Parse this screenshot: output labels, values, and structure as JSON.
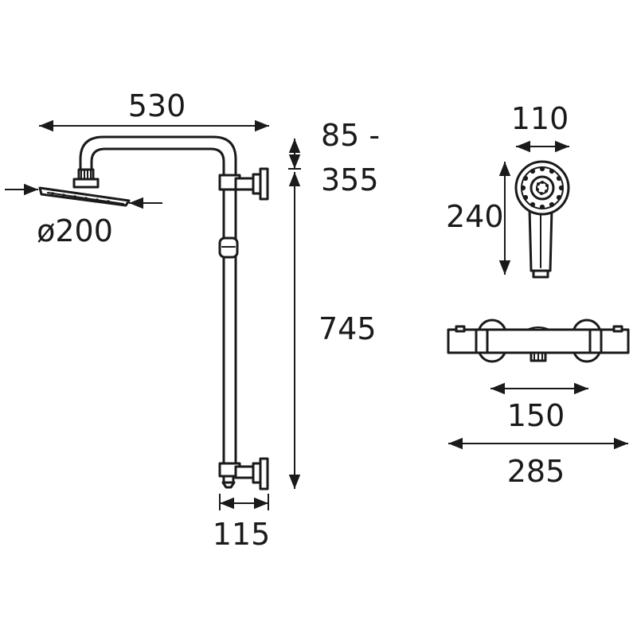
{
  "dimensions": {
    "rail_width": "530",
    "head_diameter": "ø200",
    "height_adjust_top": "85 -",
    "height_adjust_bottom": "355",
    "rail_height": "745",
    "bracket_spacing": "115",
    "handset_width": "110",
    "handset_length": "240",
    "valve_centres": "150",
    "valve_length": "285"
  },
  "colors": {
    "line": "#1a1a1a",
    "background": "#ffffff"
  }
}
